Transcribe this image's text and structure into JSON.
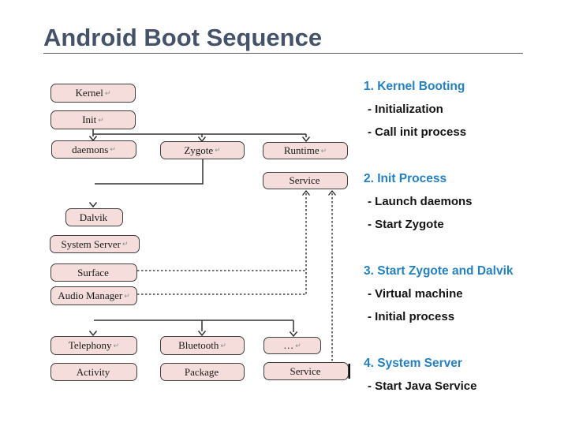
{
  "title": "Android Boot Sequence",
  "colors": {
    "accent_blue": "#2581BE",
    "title_color": "#44536A",
    "box_fill": "#F4DDDA",
    "box_border": "#3F3F3F"
  },
  "diagram": {
    "boxes": [
      {
        "id": "kernel",
        "label": "Kernel",
        "mark": "↵"
      },
      {
        "id": "init",
        "label": "Init",
        "mark": "↵"
      },
      {
        "id": "daemons",
        "label": "daemons",
        "mark": "↵"
      },
      {
        "id": "zygote",
        "label": "Zygote",
        "mark": "↵"
      },
      {
        "id": "runtime",
        "label": "Runtime",
        "mark": "↵"
      },
      {
        "id": "service-top",
        "label": "Service",
        "mark": ""
      },
      {
        "id": "dalvik",
        "label": "Dalvik",
        "mark": ""
      },
      {
        "id": "system-server",
        "label": "System Server",
        "mark": "↵"
      },
      {
        "id": "surface",
        "label": "Surface",
        "mark": ""
      },
      {
        "id": "audio-manager",
        "label": "Audio Manager",
        "mark": "↵"
      },
      {
        "id": "telephony",
        "label": "Telephony",
        "mark": "↵"
      },
      {
        "id": "bluetooth",
        "label": "Bluetooth",
        "mark": "↵"
      },
      {
        "id": "dots",
        "label": "…",
        "mark": "↵"
      },
      {
        "id": "activity",
        "label": "Activity",
        "mark": ""
      },
      {
        "id": "package",
        "label": "Package",
        "mark": ""
      },
      {
        "id": "service-bottom",
        "label": "Service",
        "mark": ""
      }
    ]
  },
  "notes": {
    "sections": [
      {
        "heading": "1. Kernel Booting",
        "items": [
          "- Initialization",
          "- Call init process"
        ]
      },
      {
        "heading": "2. Init Process",
        "items": [
          "- Launch daemons",
          "- Start Zygote"
        ]
      },
      {
        "heading": "3. Start Zygote and Dalvik",
        "items": [
          "- Virtual machine",
          "- Initial process"
        ]
      },
      {
        "heading": "4. System Server",
        "items": [
          "- Start Java Service"
        ]
      }
    ]
  }
}
